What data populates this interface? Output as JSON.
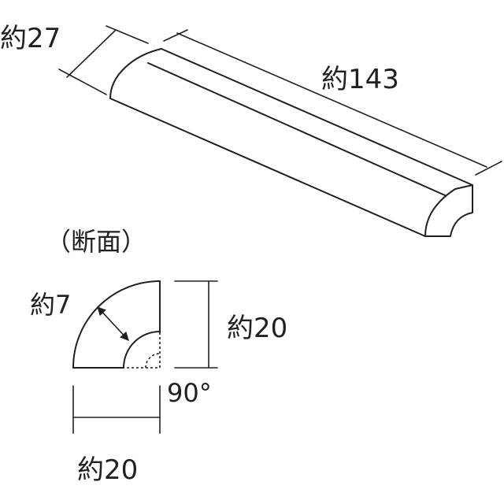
{
  "labels": {
    "width_approx": "約27",
    "length_approx": "約143",
    "section_title": "（断面）",
    "radius_approx": "約7",
    "height_approx": "約20",
    "angle": "90°",
    "base_approx": "約20"
  }
}
